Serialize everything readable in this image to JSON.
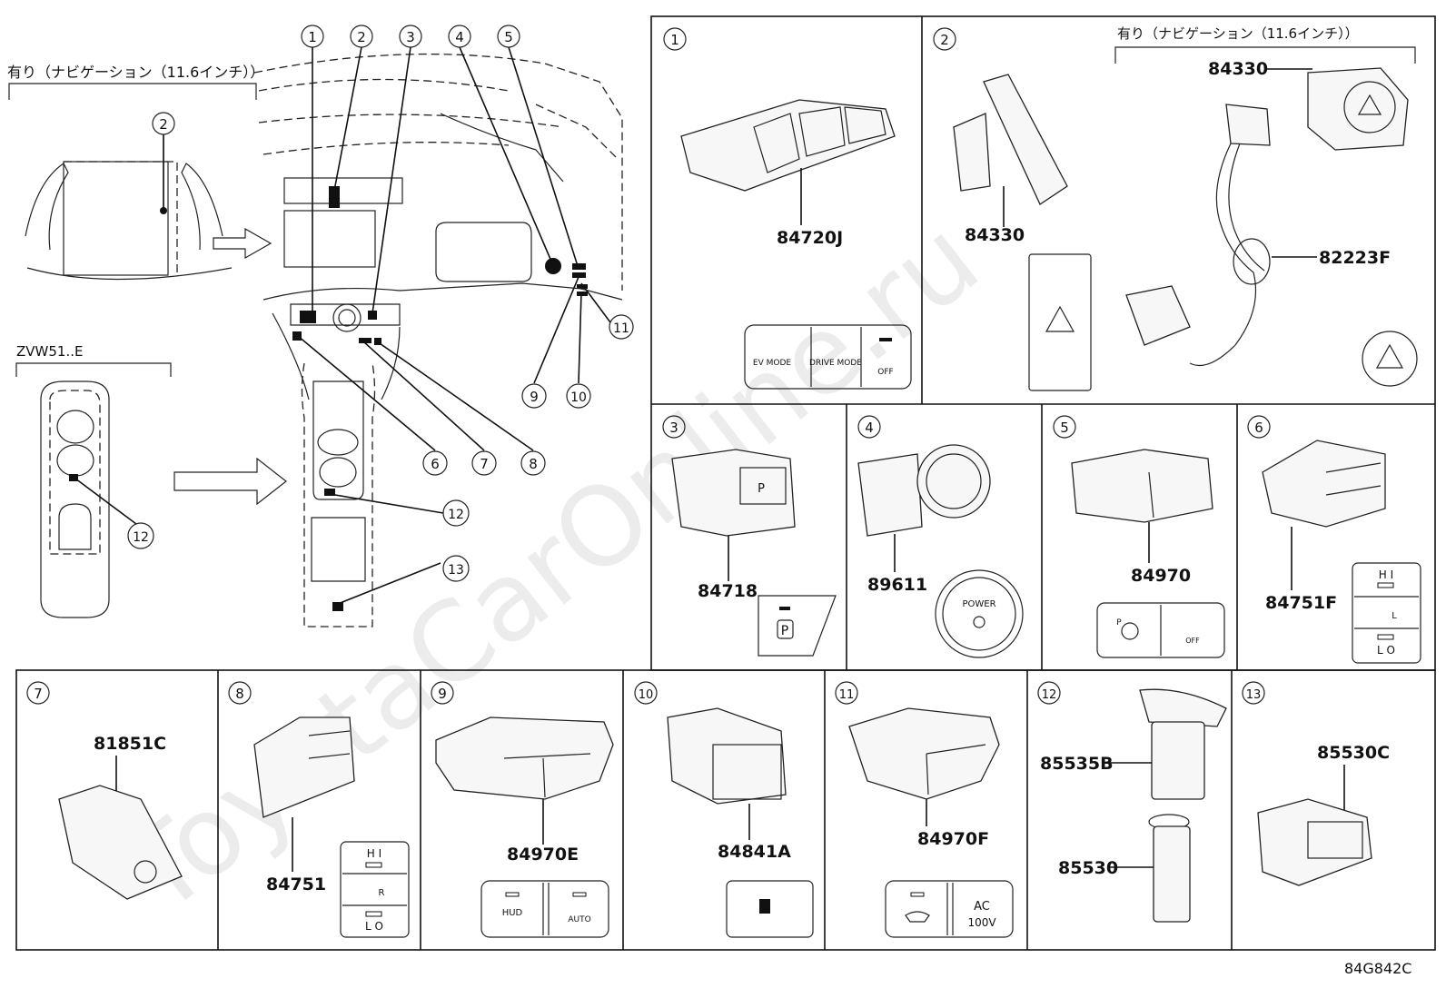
{
  "diagram_code": "84G842C",
  "watermark": "ToyotaCarOnline.ru",
  "overview": {
    "nav_note": "有り（ナビゲーション（11.6インチ））",
    "model_note": "ZVW51..E",
    "callouts": [
      "1",
      "2",
      "3",
      "4",
      "5",
      "6",
      "7",
      "8",
      "9",
      "10",
      "11",
      "12",
      "13"
    ]
  },
  "panels": [
    {
      "index": "1",
      "parts": [
        "84720J"
      ],
      "buttons": [
        "EV MODE",
        "DRIVE MODE",
        "OFF"
      ]
    },
    {
      "index": "2",
      "note": "有り（ナビゲーション（11.6インチ））",
      "parts": [
        "84330",
        "84330",
        "82223F"
      ]
    },
    {
      "index": "3",
      "parts": [
        "84718"
      ],
      "buttons": [
        "P"
      ]
    },
    {
      "index": "4",
      "parts": [
        "89611"
      ],
      "buttons": [
        "POWER"
      ]
    },
    {
      "index": "5",
      "parts": [
        "84970"
      ],
      "buttons": [
        "P",
        "OFF"
      ]
    },
    {
      "index": "6",
      "parts": [
        "84751F"
      ],
      "buttons": [
        "H I",
        "L",
        "L O"
      ]
    },
    {
      "index": "7",
      "parts": [
        "81851C"
      ]
    },
    {
      "index": "8",
      "parts": [
        "84751"
      ],
      "buttons": [
        "H I",
        "R",
        "L O"
      ]
    },
    {
      "index": "9",
      "parts": [
        "84970E"
      ],
      "buttons": [
        "HUD",
        "AUTO"
      ]
    },
    {
      "index": "10",
      "parts": [
        "84841A"
      ]
    },
    {
      "index": "11",
      "parts": [
        "84970F"
      ],
      "buttons": [
        "AC",
        "100V"
      ]
    },
    {
      "index": "12",
      "parts": [
        "85535B",
        "85530"
      ]
    },
    {
      "index": "13",
      "parts": [
        "85530C"
      ]
    }
  ]
}
